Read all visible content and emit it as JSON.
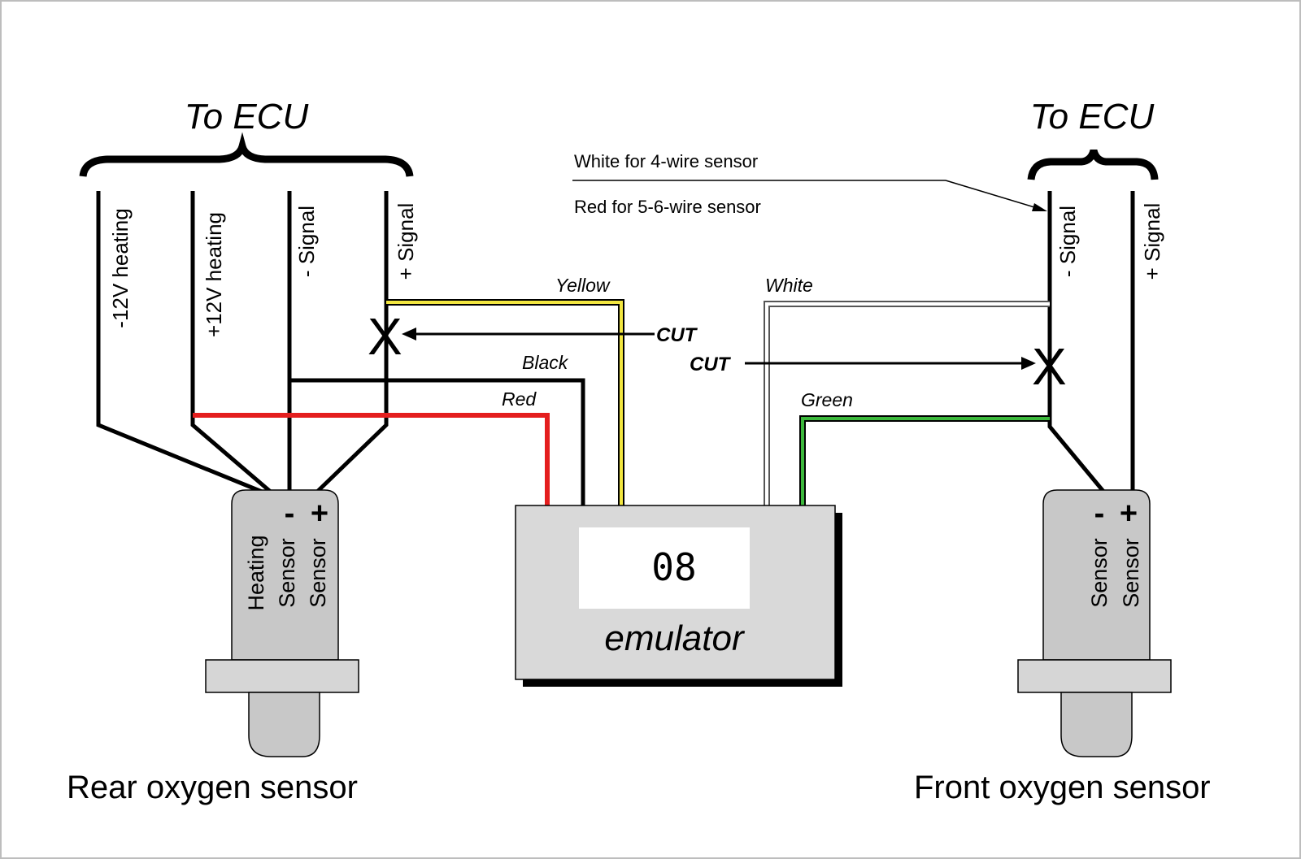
{
  "titles": {
    "left_ecu": "To ECU",
    "right_ecu": "To ECU"
  },
  "left_wires": {
    "neg_heating": "-12V heating",
    "pos_heating": "+12V heating",
    "neg_signal": "- Signal",
    "pos_signal": "+ Signal"
  },
  "right_wires": {
    "neg_signal": "- Signal",
    "pos_signal": "+ Signal"
  },
  "note": {
    "line1": "White for 4-wire sensor",
    "line2": "Red for 5-6-wire sensor"
  },
  "wire_colors": {
    "yellow": "Yellow",
    "black": "Black",
    "red": "Red",
    "white": "White",
    "green": "Green"
  },
  "cut_labels": {
    "upper": "CUT",
    "lower": "CUT"
  },
  "cut_mark": "X",
  "rear_sensor": {
    "labels": [
      "Heating",
      "Sensor",
      "Sensor"
    ],
    "minus": "-",
    "plus": "+",
    "caption": "Rear oxygen sensor"
  },
  "front_sensor": {
    "labels": [
      "Sensor",
      "Sensor"
    ],
    "minus": "-",
    "plus": "+",
    "caption": "Front oxygen sensor"
  },
  "emulator": {
    "display": "08",
    "label": "emulator"
  },
  "colors": {
    "red": "#e41e1e",
    "yellow": "#f2e640",
    "green": "#3cb83c",
    "black": "#000000",
    "white_wire": "#ffffff",
    "box_fill": "#d9d9d9",
    "sensor_fill": "#c8c8c8"
  }
}
